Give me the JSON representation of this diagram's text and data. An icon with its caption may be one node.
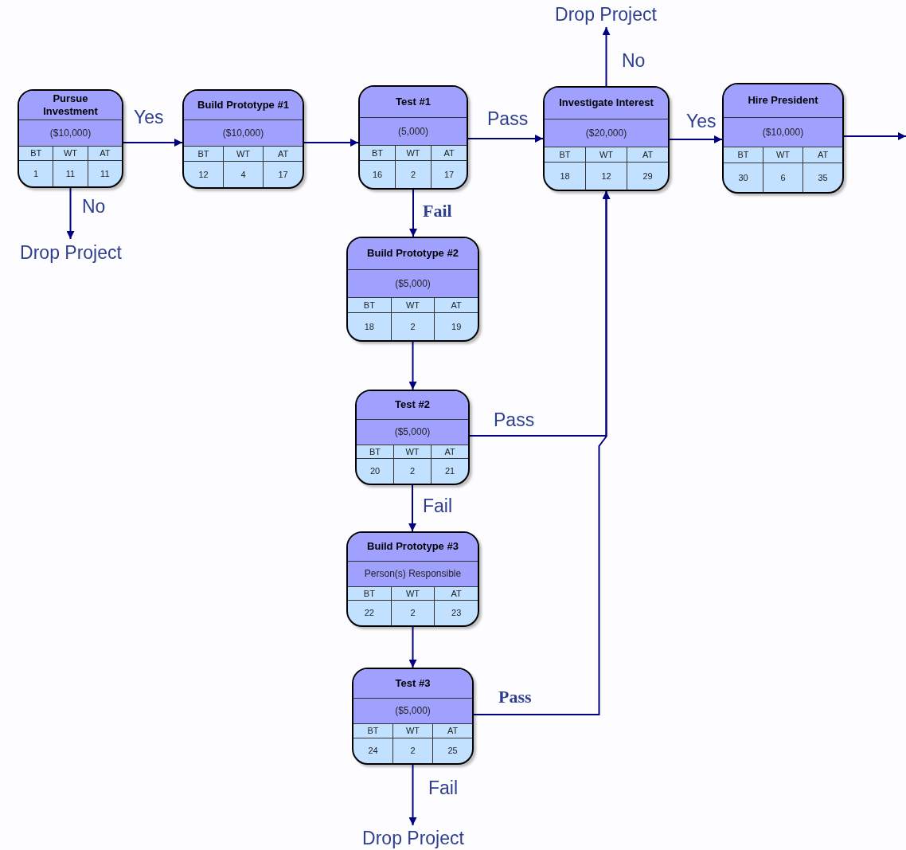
{
  "diagram": {
    "nodes": [
      {
        "text": [
          "Pursue Investment",
          "($10,000)",
          "BT",
          "WT",
          "AT",
          "1",
          "11",
          "11"
        ]
      },
      {
        "text": [
          "Build Prototype #1",
          "($10,000)",
          "BT",
          "WT",
          "AT",
          "12",
          "4",
          "17"
        ]
      },
      {
        "text": [
          "Test #1",
          "(5,000)",
          "BT",
          "WT",
          "AT",
          "16",
          "2",
          "17"
        ]
      },
      {
        "text": [
          "Investigate Interest",
          "($20,000)",
          "BT",
          "WT",
          "AT",
          "18",
          "12",
          "29"
        ]
      },
      {
        "text": [
          "Hire President",
          "($10,000)",
          "BT",
          "WT",
          "AT",
          "30",
          "6",
          "35"
        ]
      },
      {
        "text": [
          "Build Prototype #2",
          "($5,000)",
          "BT",
          "WT",
          "AT",
          "18",
          "2",
          "19"
        ]
      },
      {
        "text": [
          "Test #2",
          "($5,000)",
          "BT",
          "WT",
          "AT",
          "20",
          "2",
          "21"
        ]
      },
      {
        "text": [
          "Build Prototype #3",
          "Person(s) Responsible",
          "BT",
          "WT",
          "AT",
          "22",
          "2",
          "23"
        ]
      },
      {
        "text": [
          "Test #3",
          "($5,000)",
          "BT",
          "WT",
          "AT",
          "24",
          "2",
          "25"
        ]
      },
      {
        "text": [
          "Drop Project"
        ]
      },
      {
        "text": [
          "Drop Project"
        ]
      },
      {
        "text": [
          "Drop Project"
        ]
      }
    ],
    "edges": [
      {
        "from": 0,
        "to": 1,
        "arrow": "to",
        "label": "Yes"
      },
      {
        "from": 0,
        "to": 10,
        "arrow": "to",
        "label": "No"
      },
      {
        "from": 1,
        "to": 2,
        "arrow": "to"
      },
      {
        "from": 2,
        "to": 3,
        "arrow": "to",
        "label": "Pass"
      },
      {
        "from": 3,
        "to": 4,
        "arrow": "to",
        "label": "Yes"
      },
      {
        "from": 3,
        "to": 9,
        "arrow": "to",
        "label": "No"
      },
      {
        "from": 4,
        "to": null,
        "arrow": "to"
      },
      {
        "from": 2,
        "to": 5,
        "arrow": "to",
        "label": "Fail"
      },
      {
        "from": 5,
        "to": 6,
        "arrow": "to"
      },
      {
        "from": 6,
        "to": 3,
        "arrow": "to",
        "label": "Pass"
      },
      {
        "from": 6,
        "to": 7,
        "arrow": "to",
        "label": "Fail"
      },
      {
        "from": 7,
        "to": 8,
        "arrow": "to"
      },
      {
        "from": 8,
        "to": 3,
        "arrow": "to",
        "label": "Pass"
      },
      {
        "from": 8,
        "to": 11,
        "arrow": "to",
        "label": "Fail"
      }
    ]
  }
}
